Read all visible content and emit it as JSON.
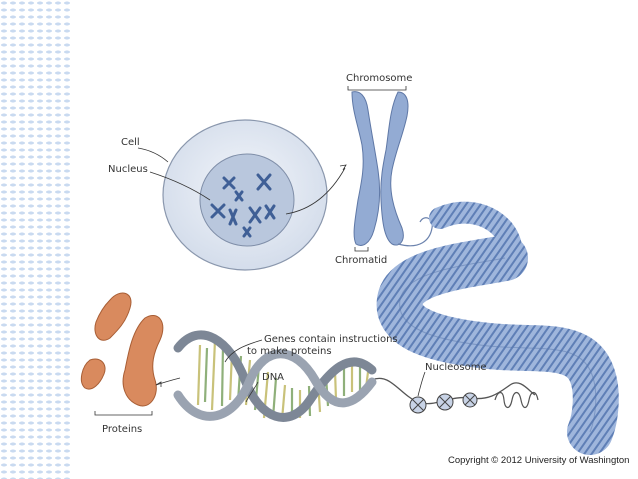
{
  "labels": {
    "cell": "Cell",
    "nucleus": "Nucleus",
    "chromosome": "Chromosome",
    "chromatid": "Chromatid",
    "genes_line1": "Genes contain instructions",
    "genes_line2": "to make proteins",
    "dna": "DNA",
    "nucleosome": "Nucleosome",
    "proteins": "Proteins"
  },
  "copyright": "Copyright © 2012 University of Washington",
  "colors": {
    "cell": "#e8edf5",
    "nucleus": "#b8c6dc",
    "chromosome": "#8fa6cc",
    "chromatin": "#6f8fc4",
    "protein": "#d98a5e",
    "dna_backbone": "#7d8796",
    "dots": "#c9daf0"
  }
}
